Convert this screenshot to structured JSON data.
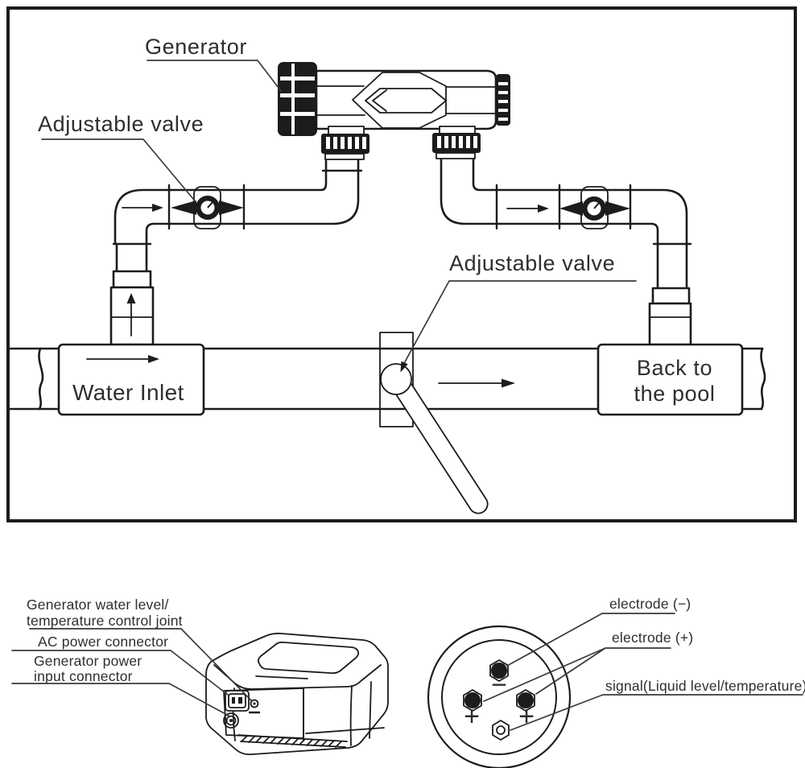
{
  "diagram": {
    "plumbing": {
      "generator_label": "Generator",
      "adjustable_valve_left_label": "Adjustable valve",
      "adjustable_valve_center_label": "Adjustable valve",
      "water_inlet_label": "Water Inlet",
      "back_to_pool_line1": "Back to",
      "back_to_pool_line2": "the pool"
    },
    "power_supply": {
      "water_level_joint_label_line1": "Generator water level/",
      "water_level_joint_label_line2": "temperature control joint",
      "ac_power_label": "AC power connector",
      "power_input_label_line1": "Generator power",
      "power_input_label_line2": "input connector"
    },
    "connector": {
      "electrode_negative_label": "electrode (−)",
      "electrode_positive_label": "electrode (+)",
      "signal_label": "signal(Liquid level/temperature)",
      "minus_symbol": "−",
      "plus_symbol_left": "+",
      "plus_symbol_right": "+"
    },
    "colors": {
      "line": "#1c1c1c",
      "text": "#2e2e2e",
      "background": "#ffffff"
    }
  }
}
